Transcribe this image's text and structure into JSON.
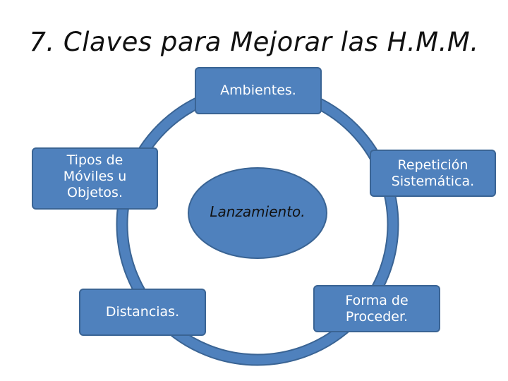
{
  "title": "7. Claves para Mejorar las H.M.M.",
  "colors": {
    "node_fill": "#4f81bd",
    "node_stroke": "#3a6494",
    "ring": "#4f81bd",
    "text_on_node": "#ffffff"
  },
  "center": {
    "label": "Lanzamiento."
  },
  "nodes": [
    {
      "id": "ambientes",
      "label": "Ambientes."
    },
    {
      "id": "repeticion",
      "label": "Repetición\nSistemática."
    },
    {
      "id": "forma",
      "label": "Forma de\nProceder."
    },
    {
      "id": "distancias",
      "label": "Distancias."
    },
    {
      "id": "tipos",
      "label": "Tipos de\nMóviles u\nObjetos."
    }
  ]
}
